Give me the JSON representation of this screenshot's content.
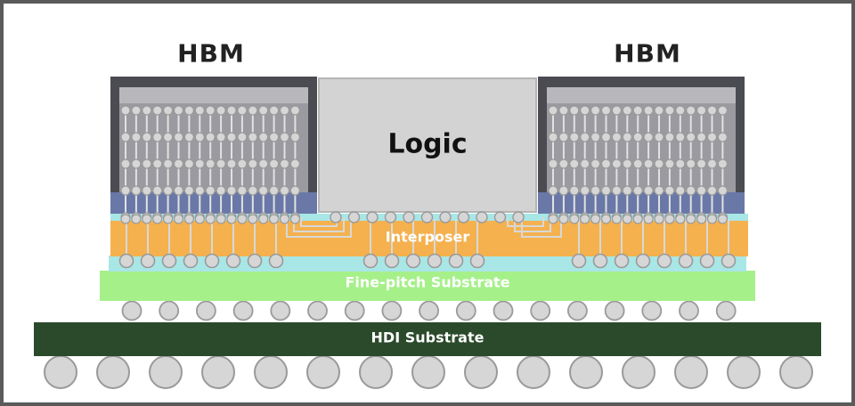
{
  "labels": {
    "hbm_left": "HBM",
    "hbm_right": "HBM",
    "logic": "Logic",
    "interposer": "Interposer",
    "fine_pitch_substrate": "Fine-pitch Substrate",
    "hdi_substrate": "HDI Substrate"
  },
  "colors": {
    "background": "#ffffff",
    "frame": "#5a5a5a",
    "hbm_housing": "#4b4b52",
    "hbm_inner": "#9a9aa0",
    "hbm_base": "#6a78a8",
    "logic_die": "#d3d3d3",
    "interposer": "#f4b14e",
    "interposer_top": "#a9e6e6",
    "fine_pitch_substrate": "#a6f08a",
    "hdi_substrate": "#2b4a2b",
    "bump": "#d6d6d6"
  }
}
